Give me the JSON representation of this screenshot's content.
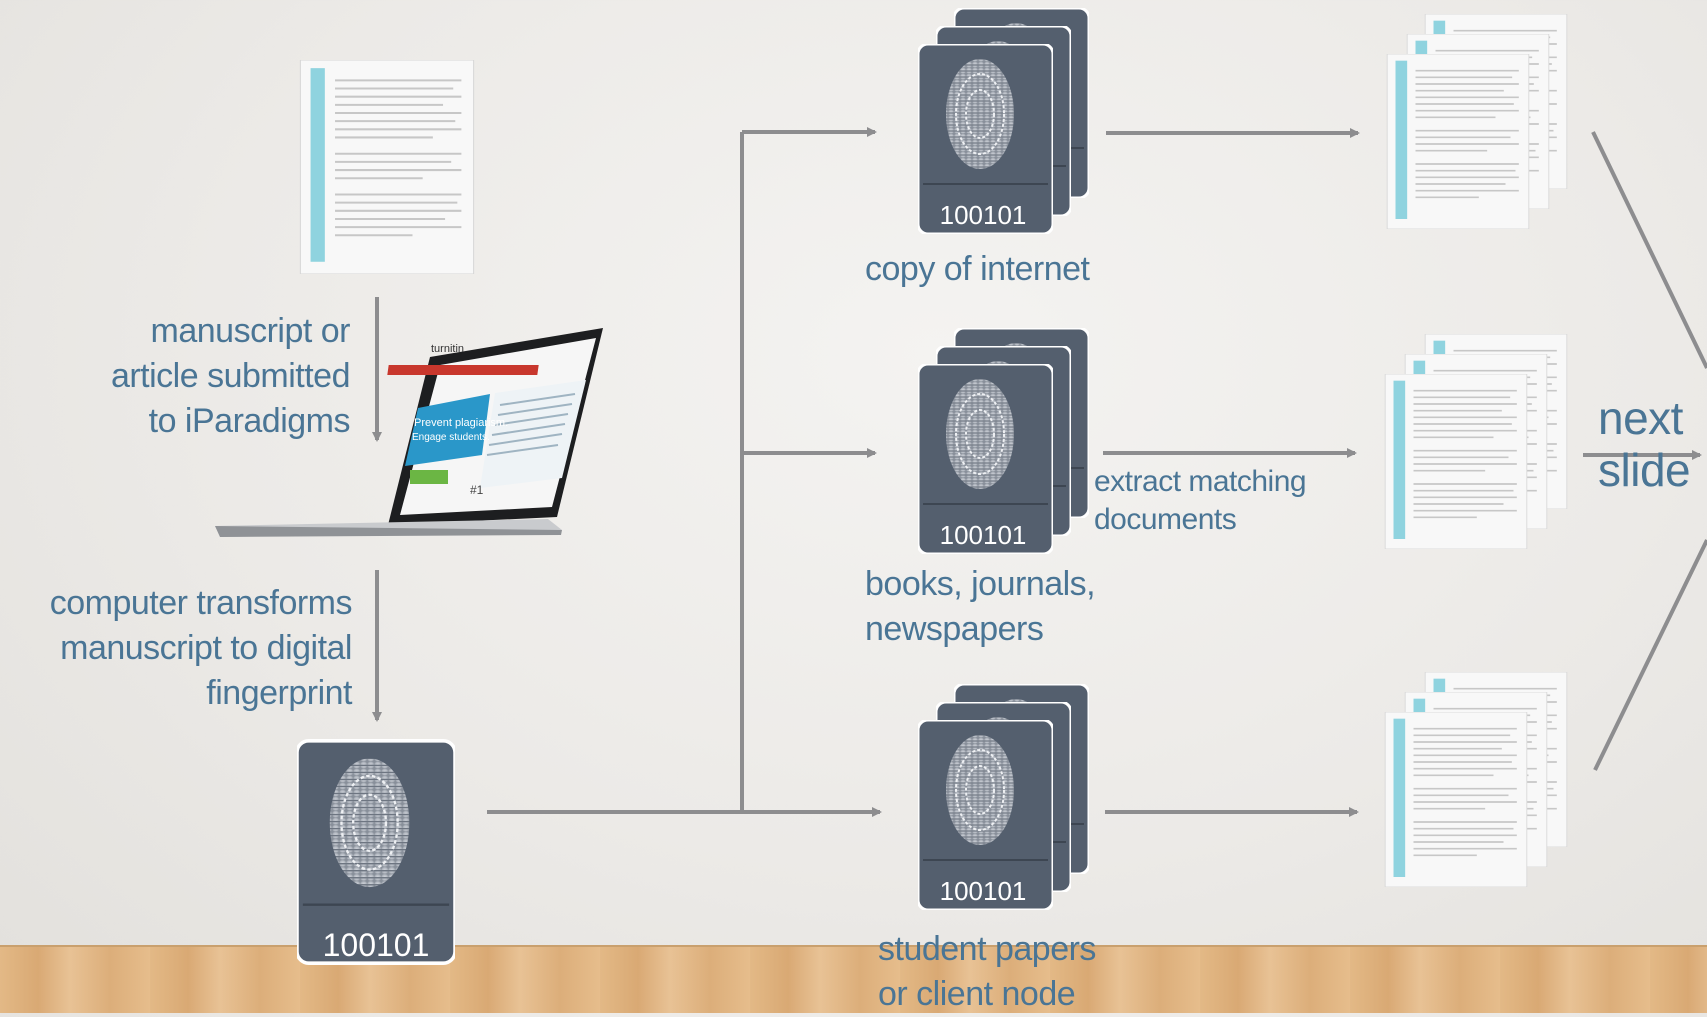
{
  "steps": {
    "submit": [
      "manuscript or",
      "article submitted",
      "to iParadigms"
    ],
    "transform": [
      "computer transforms",
      "manuscript to digital",
      "fingerprint"
    ]
  },
  "fingerprint_code": "100101",
  "databases": [
    {
      "name": [
        "copy of internet"
      ]
    },
    {
      "name": [
        "books, journals,",
        "newspapers"
      ]
    },
    {
      "name": [
        "student papers",
        "or client node"
      ]
    }
  ],
  "extract_label": [
    "extract matching",
    "documents"
  ],
  "next_slide": [
    "next",
    "slide"
  ],
  "laptop_screen": {
    "brand": "turnitin",
    "headline": [
      "Prevent plagiarism.",
      "Engage students."
    ],
    "badge": "#1"
  },
  "colors": {
    "text": "#4a7595",
    "arrow": "#8d8d8f",
    "card": "#545f6e",
    "doc_stripe": "#8fd3df"
  }
}
